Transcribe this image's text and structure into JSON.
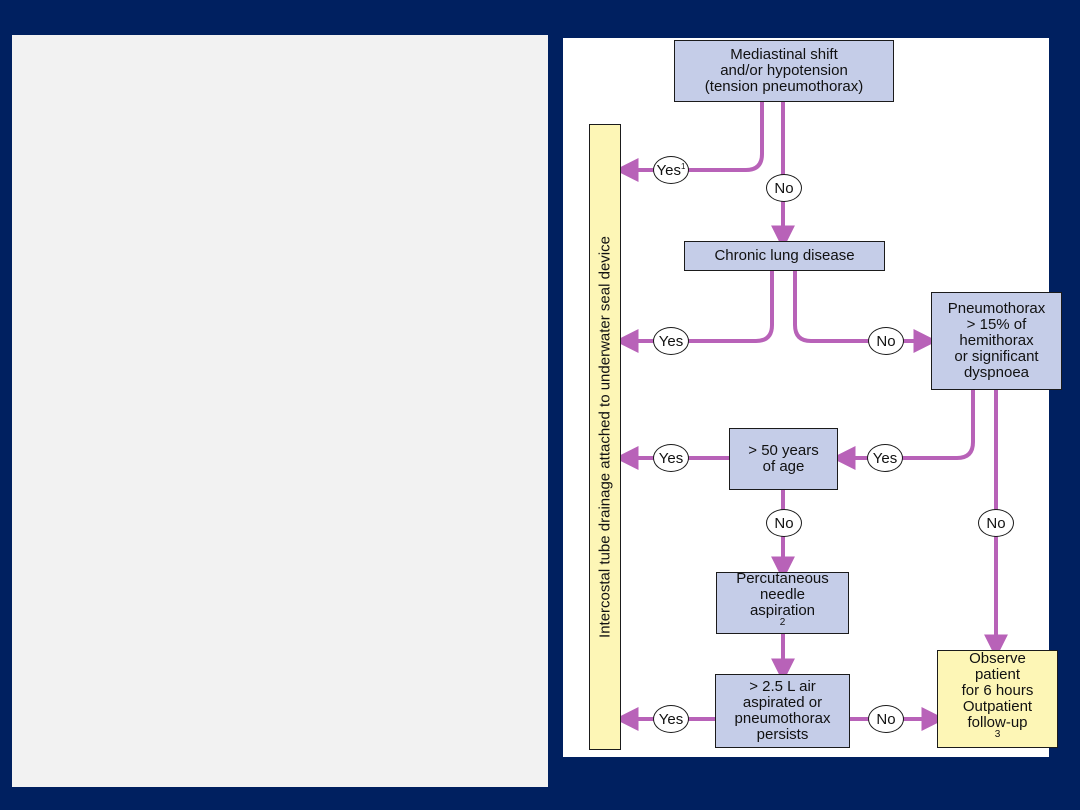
{
  "colors": {
    "background": "#002060",
    "panel": "#f2f2f2",
    "box_fill": "#c5cde8",
    "outcome_fill": "#fdf6b6",
    "arrow": "#b862b8"
  },
  "sidebar_label": "Intercostal tube drainage attached to underwater seal device",
  "nodes": {
    "mediastinal": [
      "Mediastinal shift",
      "and/or hypotension",
      "(tension pneumothorax)"
    ],
    "chronic": [
      "Chronic lung disease"
    ],
    "pneumothorax": [
      "Pneumothorax",
      "> 15% of",
      "hemithorax",
      "or significant",
      "dyspnoea"
    ],
    "age": [
      "> 50 years",
      "of age"
    ],
    "aspiration": [
      "Percutaneous",
      "needle",
      "aspiration"
    ],
    "aspiration_sup": "2",
    "air": [
      "> 2.5 L air",
      "aspirated or",
      "pneumothorax",
      "persists"
    ],
    "observe": [
      "Observe",
      "patient",
      "for 6 hours",
      "Outpatient",
      "follow-up"
    ],
    "observe_sup": "3"
  },
  "labels": {
    "yes": "Yes",
    "no": "No",
    "yes1_sup": "1"
  }
}
